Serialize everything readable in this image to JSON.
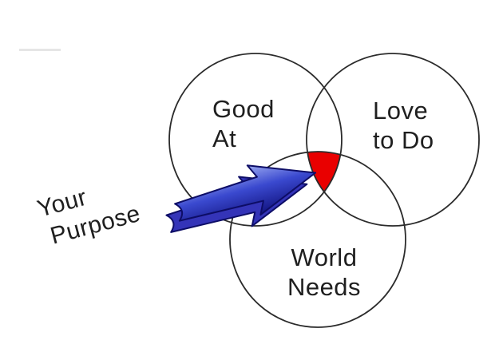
{
  "diagram": {
    "circles": {
      "good_at": {
        "line1": "Good",
        "line2": "At"
      },
      "love_to_do": {
        "line1": "Love",
        "line2": "to Do"
      },
      "world_needs": {
        "line1": "World",
        "line2": "Needs"
      }
    },
    "pointer_label": {
      "line1": "Your",
      "line2": "Purpose"
    },
    "colors": {
      "background": "#ffffff",
      "circle_stroke": "#2b2b2b",
      "text": "#1f1f1f",
      "intersection_fill": "#e90000",
      "arrow_light": "#9aa8f0",
      "arrow_mid": "#3a49cf",
      "arrow_dark": "#121380",
      "arrow_outline": "#0d0d66"
    }
  }
}
